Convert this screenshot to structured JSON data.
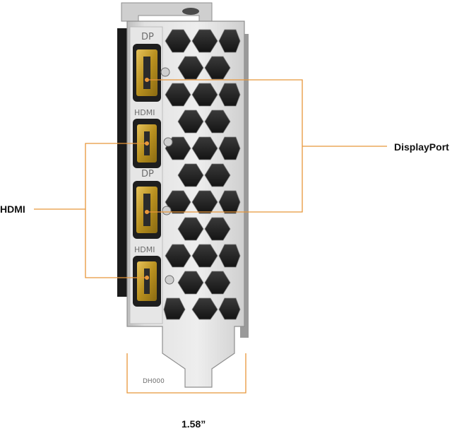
{
  "callouts": {
    "displayport": "DisplayPort",
    "hdmi": "HDMI",
    "width": "1.58”"
  },
  "bracket_labels": {
    "dp_top": "DP",
    "hdmi_1": "HDMI",
    "dp_bottom": "DP",
    "hdmi_2": "HDMI",
    "part_code": "DH000"
  },
  "colors": {
    "leader_line": "#e8963a",
    "port_gold": "#c9a12a",
    "bracket_silver": "#d9d9d9"
  }
}
